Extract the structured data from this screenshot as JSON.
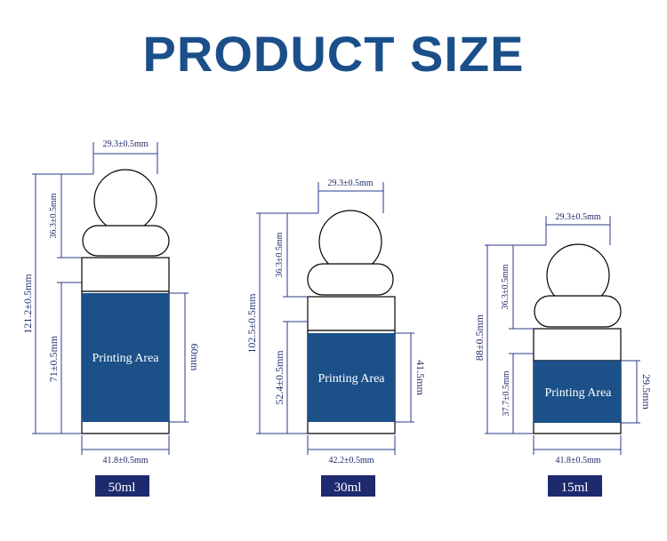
{
  "title": "PRODUCT SIZE",
  "colors": {
    "title": "#1b4f8a",
    "label_fill": "#1b5089",
    "dimension_line": "#2b3a8c",
    "volume_badge": "#1d2a6e"
  },
  "bottles": [
    {
      "volume": "50ml",
      "cap_diameter": "29.3±0.5mm",
      "cap_height": "36.3±0.5mm",
      "total_height": "121.2±0.5mm",
      "body_height": "71±0.5mm",
      "print_height": "60mm",
      "body_diameter": "41.8±0.5mm",
      "print_label": "Printing Area"
    },
    {
      "volume": "30ml",
      "cap_diameter": "29.3±0.5mm",
      "cap_height": "36.3±0.5mm",
      "total_height": "102.5±0.5mm",
      "body_height": "52.4±0.5mm",
      "print_height": "41.5mm",
      "body_diameter": "42.2±0.5mm",
      "print_label": "Printing Area"
    },
    {
      "volume": "15ml",
      "cap_diameter": "29.3±0.5mm",
      "cap_height": "36.3±0.5mm",
      "total_height": "88±0.5mm",
      "body_height": "37.7±0.5mm",
      "print_height": "29.5mm",
      "body_diameter": "41.8±0.5mm",
      "print_label": "Printing Area"
    }
  ]
}
